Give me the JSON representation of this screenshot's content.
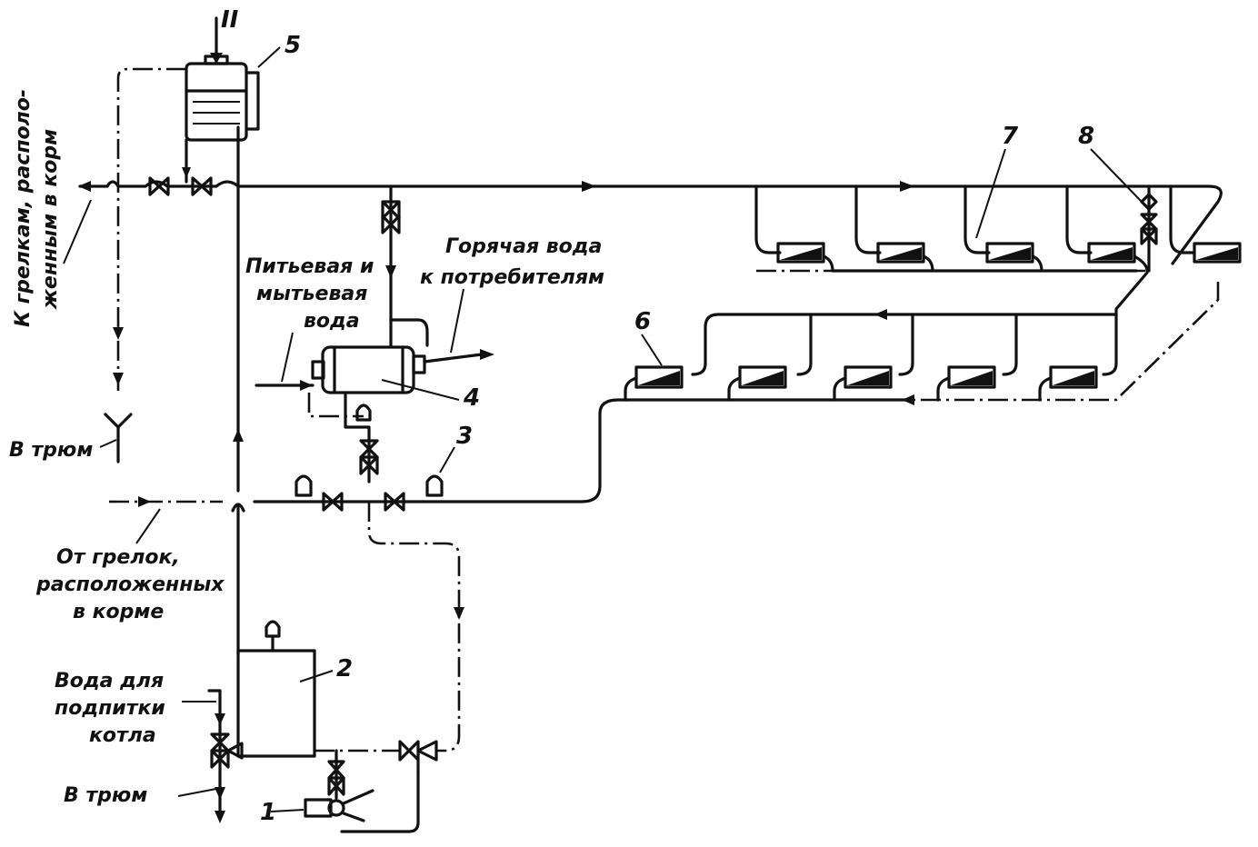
{
  "labels": {
    "to_heaters": "К грелкам, располо-",
    "to_heaters_2": "женным в корм",
    "to_hold_top": "В трюм",
    "drinking_water_1": "Питьевая и",
    "drinking_water_2": "мытьевая",
    "drinking_water_3": "вода",
    "hot_water_1": "Горячая вода",
    "hot_water_2": "к потребителям",
    "from_heaters_1": "От грелок,",
    "from_heaters_2": "расположенных",
    "from_heaters_3": "в корме",
    "feed_water_1": "Вода для",
    "feed_water_2": "подпитки",
    "feed_water_3": "котла",
    "to_hold_bottom": "В трюм"
  },
  "numbers": {
    "n1": "1",
    "n2": "2",
    "n3": "3",
    "n4": "4",
    "n5": "5",
    "n6": "6",
    "n7": "7",
    "n8": "8",
    "inlet_mark": "II"
  }
}
